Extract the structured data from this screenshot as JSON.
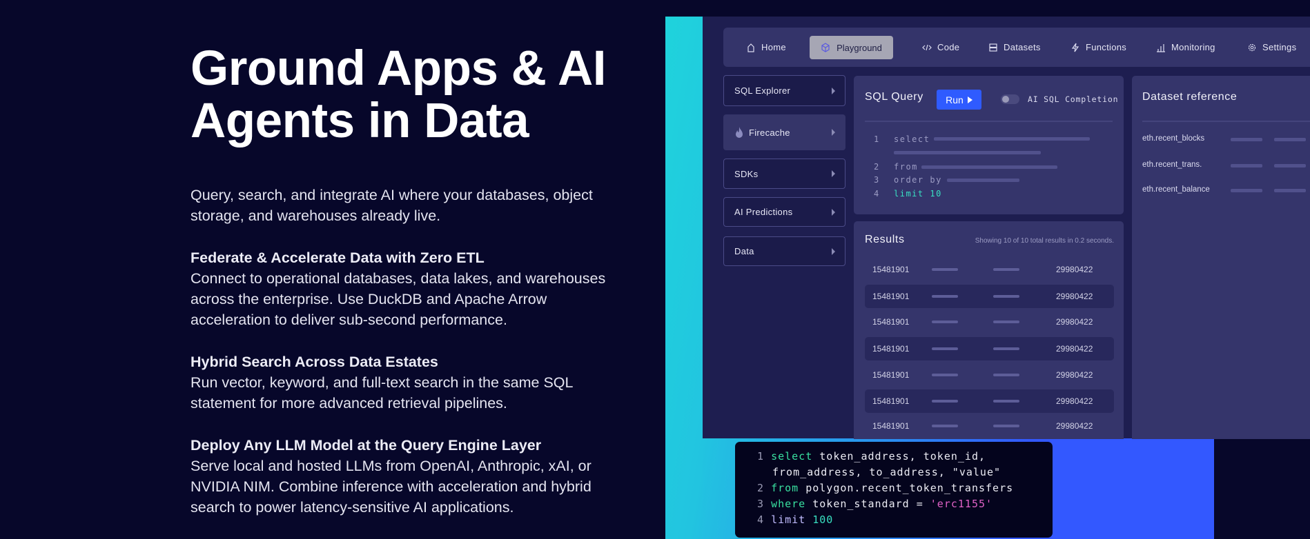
{
  "hero": {
    "headline_lines": [
      "Ground Apps & AI",
      "Agents in Data"
    ],
    "intro_lines": [
      "Query, search, and integrate AI where your databases, object",
      "storage, and warehouses already live."
    ],
    "features": [
      {
        "title": "Federate & Accelerate Data with Zero ETL",
        "lines": [
          "Connect to operational databases, data lakes, and warehouses",
          "across the enterprise. Use DuckDB and Apache Arrow",
          "acceleration to deliver sub-second performance."
        ]
      },
      {
        "title": "Hybrid Search Across Data Estates",
        "lines": [
          "Run vector, keyword, and full-text search in the same SQL",
          "statement for more advanced retrieval pipelines."
        ]
      },
      {
        "title": "Deploy Any LLM Model at the Query Engine Layer",
        "lines": [
          "Serve local and hosted LLMs from OpenAI, Anthropic, xAI, or",
          "NVIDIA NIM. Combine inference with acceleration and hybrid",
          "search to power latency-sensitive AI applications."
        ]
      }
    ]
  },
  "app": {
    "nav": [
      {
        "label": "Home",
        "icon": "home-icon"
      },
      {
        "label": "Playground",
        "icon": "cube-icon",
        "active": true
      },
      {
        "label": "Code",
        "icon": "code-icon"
      },
      {
        "label": "Datasets",
        "icon": "database-icon"
      },
      {
        "label": "Functions",
        "icon": "lightning-icon"
      },
      {
        "label": "Monitoring",
        "icon": "chart-icon"
      },
      {
        "label": "Settings",
        "icon": "gear-icon"
      }
    ],
    "sidebar": [
      "SQL Explorer",
      "Firecache",
      "SDKs",
      "AI Predictions",
      "Data"
    ],
    "sql": {
      "title": "SQL Query",
      "run_label": "Run",
      "toggle_label": "AI SQL Completion",
      "lines": [
        {
          "n": "1",
          "text": "select"
        },
        {
          "n": "2",
          "text": "from"
        },
        {
          "n": "3",
          "text": "order by"
        },
        {
          "n": "4",
          "text": "limit 10"
        }
      ]
    },
    "results": {
      "title": "Results",
      "summary": "Showing 10 of 10 total results in 0.2 seconds.",
      "rows": [
        [
          "15481901",
          "29980422"
        ],
        [
          "15481901",
          "29980422"
        ],
        [
          "15481901",
          "29980422"
        ],
        [
          "15481901",
          "29980422"
        ],
        [
          "15481901",
          "29980422"
        ],
        [
          "15481901",
          "29980422"
        ],
        [
          "15481901",
          "29980422"
        ]
      ]
    },
    "dataset_ref": {
      "title": "Dataset reference",
      "items": [
        "eth.recent_blocks",
        "eth.recent_trans.",
        "eth.recent_balance"
      ]
    }
  },
  "code_snippet": {
    "line_numbers": [
      "1",
      "",
      "2",
      "3",
      "4"
    ],
    "l1_kw": "select",
    "l1_rest": " token_address, token_id,",
    "l1b": "from_address, to_address, \"value\"",
    "l2_kw": "from",
    "l2_rest": " polygon.recent_token_transfers",
    "l3_kw": "where",
    "l3_rest": " token_standard = ",
    "l3_str": "'erc1155'",
    "l4_kw": "limit",
    "l4_num": " 100"
  },
  "colors": {
    "background": "#07072a",
    "accent_blue": "#2f5bff",
    "cyan": "#1fd3dc",
    "keyword_green": "#39e0a0",
    "string_pink": "#e061c6"
  }
}
